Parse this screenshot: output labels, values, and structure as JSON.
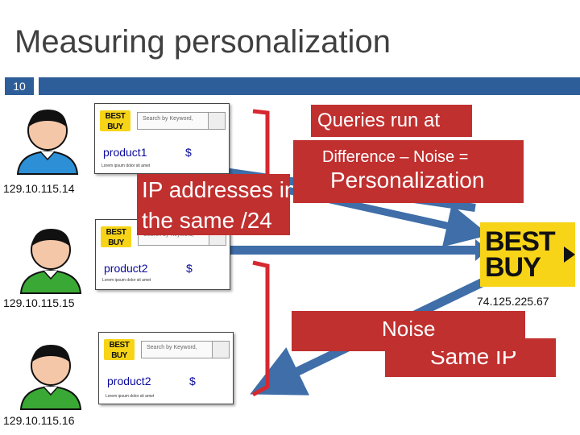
{
  "slide": {
    "title": "Measuring personalization",
    "number": "10"
  },
  "users": [
    {
      "ip": "129.10.115.14",
      "shirt_color": "#2d8fd6"
    },
    {
      "ip": "129.10.115.15",
      "shirt_color": "#3aa835"
    },
    {
      "ip": "129.10.115.16",
      "shirt_color": "#3aa835"
    }
  ],
  "cards": [
    {
      "product": "product1",
      "price": "$",
      "search_placeholder": "Search by Keyword,",
      "lorem": "Lorem ipsum dolor sit amet",
      "logo_line1": "BEST",
      "logo_line2": "BUY"
    },
    {
      "product": "product2",
      "price": "$",
      "search_placeholder": "Search by Keyword,",
      "lorem": "Lorem ipsum dolor sit amet",
      "logo_line1": "BEST",
      "logo_line2": "BUY"
    },
    {
      "product": "product2",
      "price": "$",
      "search_placeholder": "Search by Keyword,",
      "lorem": "Lorem ipsum dolor sit amet",
      "logo_line1": "BEST",
      "logo_line2": "BUY"
    }
  ],
  "callouts": {
    "queries": "Queries run at",
    "difference": "Difference – Noise  =",
    "personalization": "Personalization",
    "ip_same": "IP addresses in",
    "ip_same_2": "the same /24",
    "noise": "Noise",
    "same_ip": "Same IP"
  },
  "server": {
    "ip": "74.125.225.67",
    "logo_line1": "BEST",
    "logo_line2": "BUY"
  },
  "colors": {
    "accent_blue": "#2e5e99",
    "arrow_blue": "#3f6ea8",
    "callout_red": "#c0302f",
    "brace_red": "#d7282f",
    "logo_yellow": "#f7d417"
  }
}
